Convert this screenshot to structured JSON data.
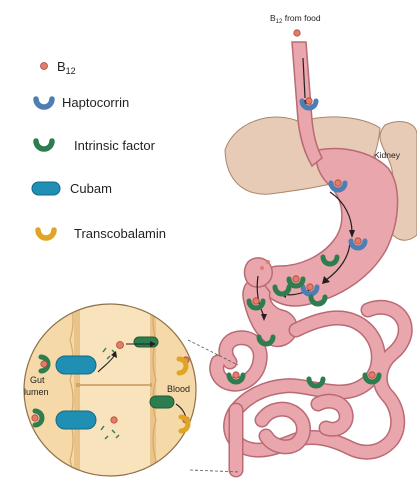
{
  "legend": {
    "b12": {
      "label": "B",
      "subscript": "12",
      "icon": "b12-molecule-icon"
    },
    "haptocorrin": {
      "label": "Haptocorrin",
      "icon": "haptocorrin-icon"
    },
    "intrinsic_factor": {
      "label": "Intrinsic factor",
      "icon": "intrinsic-factor-icon"
    },
    "cubam": {
      "label": "Cubam",
      "icon": "cubam-icon"
    },
    "transcobalamin": {
      "label": "Transcobalamin",
      "icon": "transcobalamin-icon"
    }
  },
  "labels": {
    "source_prefix": "B",
    "source_subscript": "12",
    "source_suffix": " from food",
    "kidney": "Kidney",
    "gut_lumen_line1": "Gut",
    "gut_lumen_line2": "lumen",
    "blood": "Blood"
  },
  "colors": {
    "haptocorrin": "#4d7fb5",
    "intrinsic_factor": "#2e7d4f",
    "cubam": "#1f8fb3",
    "transcobalamin": "#e0a522",
    "b12": "#e47c6a",
    "tissue": "#e9a7ad",
    "tissue_stroke": "#b96a73",
    "kidney": "#e8cbb6",
    "cell": "#f5d9a8"
  }
}
